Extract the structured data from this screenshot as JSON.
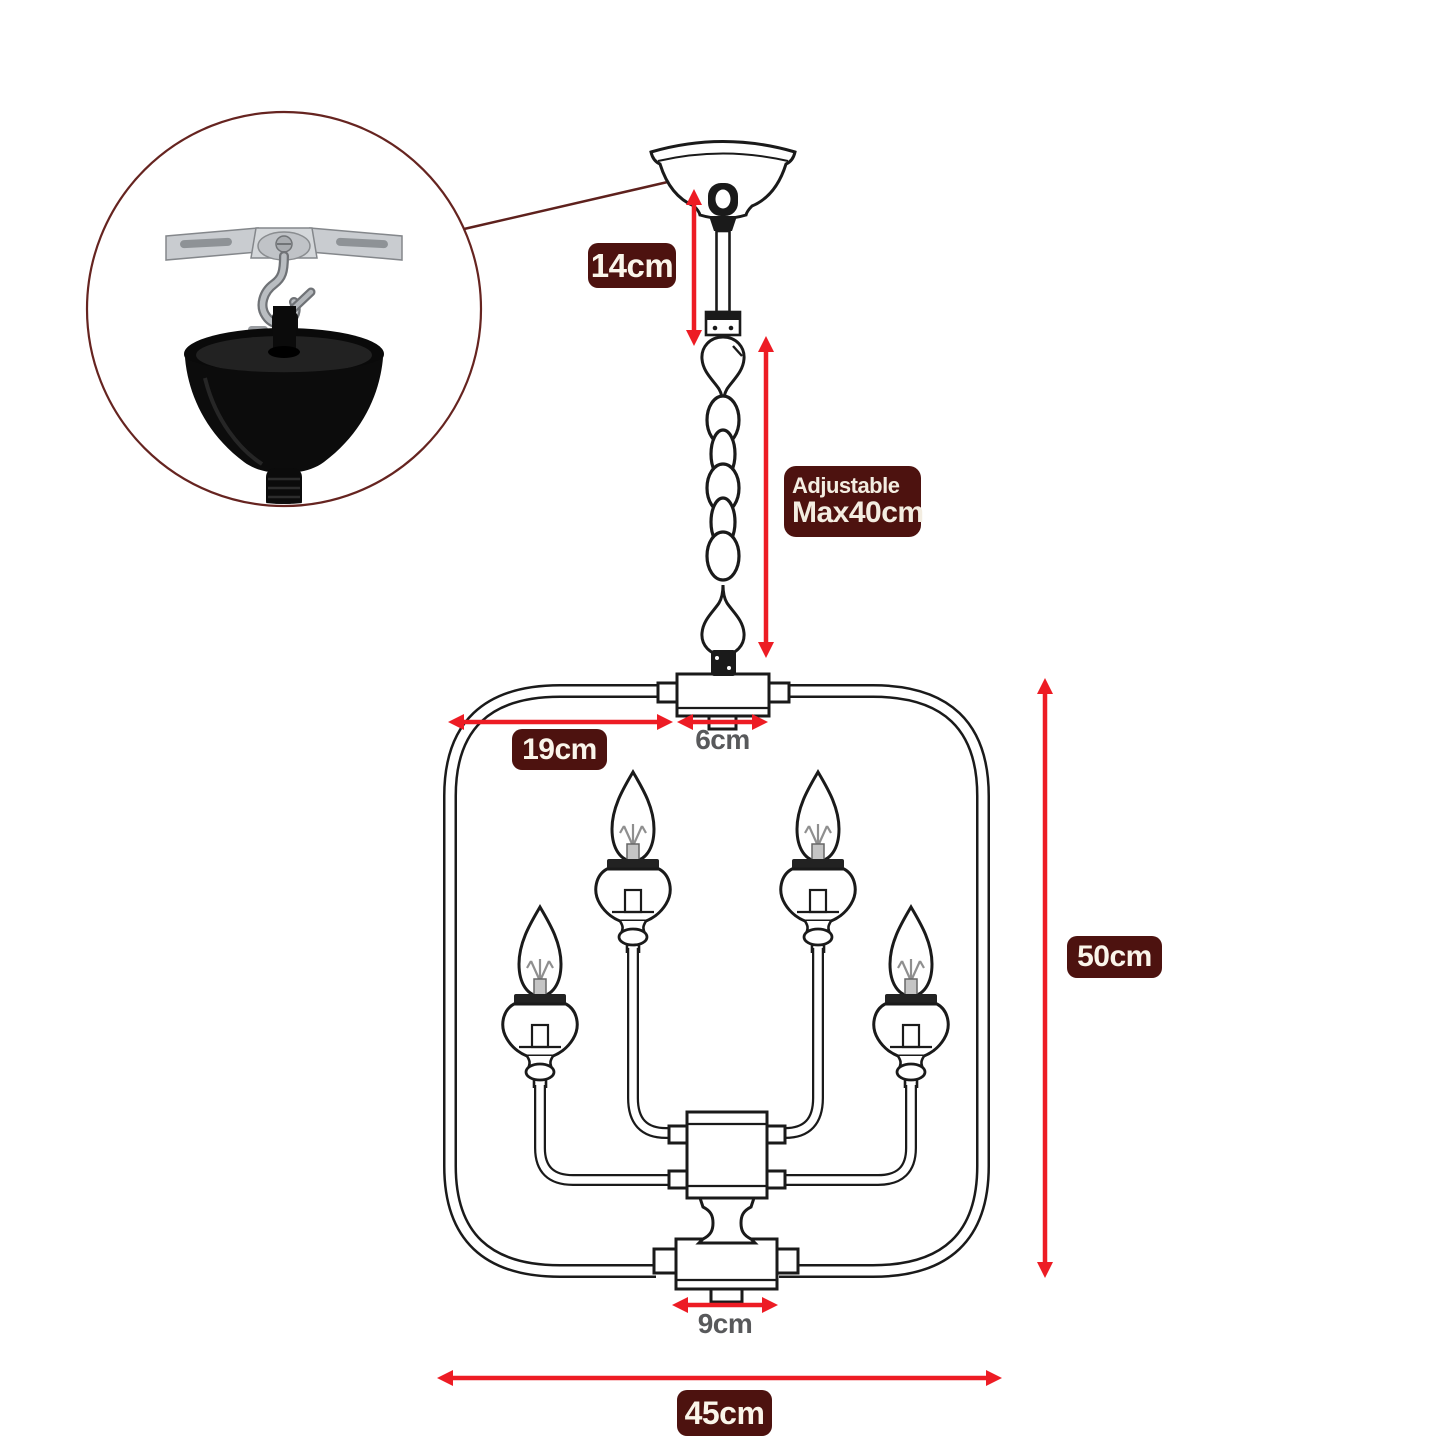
{
  "page": {
    "background": "#ffffff",
    "kind": "product-dimension-diagram"
  },
  "labels": {
    "drop_top": "14cm",
    "chain_adjustable_line1": "Adjustable",
    "chain_adjustable_line2": "Max40cm",
    "arm_left": "19cm",
    "hub_top": "6cm",
    "frame_height": "50cm",
    "hub_bottom": "9cm",
    "frame_width": "45cm"
  },
  "colors": {
    "arrow_red": "#ED1C24",
    "label_background": "#4d120f",
    "label_text": "#faf5ea",
    "gray_dimension_text": "#58595b",
    "line_art": "#1a1a1a",
    "callout_line": "#5e211d",
    "photo_black": "#0c0c0c",
    "photo_silver": "#b9bdc1"
  }
}
